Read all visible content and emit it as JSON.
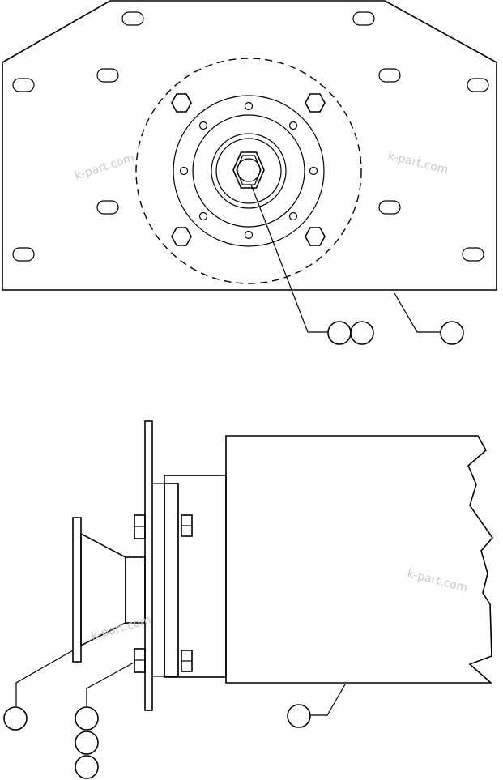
{
  "watermarks": {
    "text_1": "k-part.com",
    "text_2": "k-part.com",
    "text_3": "k-part.com",
    "text_4": "k-part.com"
  },
  "callouts": {
    "top_pair_left": "",
    "top_pair_right": "",
    "top_right": "",
    "bottom_left": "",
    "bottom_stack_1": "",
    "bottom_stack_2": "",
    "bottom_stack_3": "",
    "bottom_right": ""
  }
}
